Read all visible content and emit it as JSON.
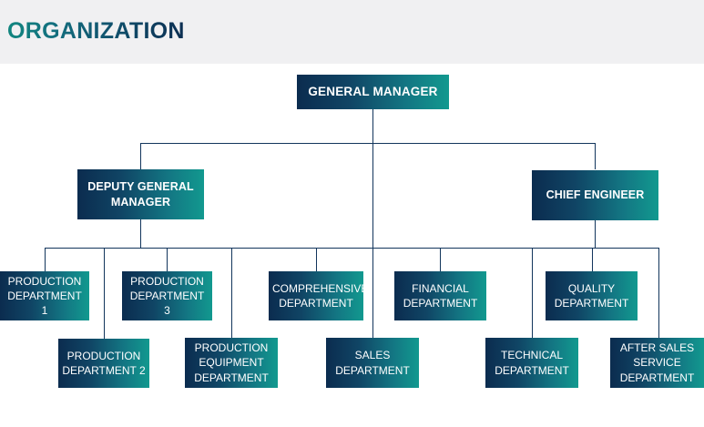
{
  "header": {
    "title": "ORGANIZATION",
    "background_color": "#f0f0f2",
    "title_gradient_from": "#11867f",
    "title_gradient_to": "#0c2e52"
  },
  "theme": {
    "box_gradient_from": "#0b2c4f",
    "box_gradient_to": "#12998f",
    "connector_color": "#12355c",
    "page_background": "#ffffff",
    "text_color": "#ffffff"
  },
  "chart": {
    "type": "org-chart",
    "levels": 3
  },
  "nodes": {
    "general_manager": {
      "label": "GENERAL MANAGER",
      "level": 1
    },
    "deputy_general_manager": {
      "label": "DEPUTY GENERAL\nMANAGER",
      "line1": "DEPUTY GENERAL",
      "line2": "MANAGER",
      "level": 2
    },
    "chief_engineer": {
      "label": "CHIEF ENGINEER",
      "level": 2
    },
    "production_department_1": {
      "line1": "PRODUCTION",
      "line2": "DEPARTMENT 1",
      "level": 3
    },
    "production_department_2": {
      "line1": "PRODUCTION",
      "line2": "DEPARTMENT 2",
      "level": 3
    },
    "production_department_3": {
      "line1": "PRODUCTION",
      "line2": "DEPARTMENT 3",
      "level": 3
    },
    "production_equipment_department": {
      "line1": "PRODUCTION",
      "line2": "EQUIPMENT",
      "line3": "DEPARTMENT",
      "level": 3
    },
    "comprehensive_department": {
      "line1": "COMPREHENSIVE",
      "line2": "DEPARTMENT",
      "level": 3
    },
    "sales_department": {
      "line1": "SALES",
      "line2": "DEPARTMENT",
      "level": 3
    },
    "financial_department": {
      "line1": "FINANCIAL",
      "line2": "DEPARTMENT",
      "level": 3
    },
    "technical_department": {
      "line1": "TECHNICAL",
      "line2": "DEPARTMENT",
      "level": 3
    },
    "quality_department": {
      "line1": "QUALITY",
      "line2": "DEPARTMENT",
      "level": 3
    },
    "after_sales_service_department": {
      "line1": "AFTER SALES",
      "line2": "SERVICE",
      "line3": "DEPARTMENT",
      "level": 3
    }
  }
}
